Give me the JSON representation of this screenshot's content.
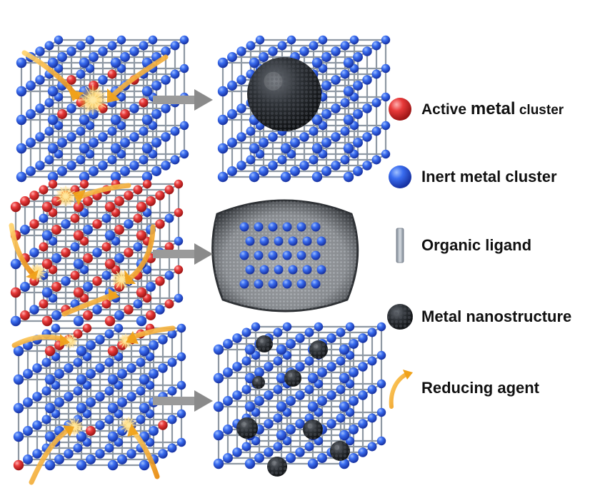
{
  "legend": [
    {
      "key": "active",
      "parts": [
        "Active ",
        "metal",
        " cluster"
      ],
      "color": "#e23a3a"
    },
    {
      "key": "inert",
      "label": "Inert metal cluster",
      "color": "#2f63e8"
    },
    {
      "key": "ligand",
      "label": "Organic ligand",
      "color": "#9aa7b4"
    },
    {
      "key": "nano",
      "label": "Metal nanostructure",
      "color": "#2a2e33"
    },
    {
      "key": "reducer",
      "label": "Reducing agent",
      "color": "#f0a21a"
    }
  ],
  "colors": {
    "active": "#e23a3a",
    "inert": "#2f63e8",
    "ligand": "#b9c0c8",
    "nano": "#2a2e33",
    "reducer": "#f0a21a",
    "arrow": "#8f8f8f"
  }
}
